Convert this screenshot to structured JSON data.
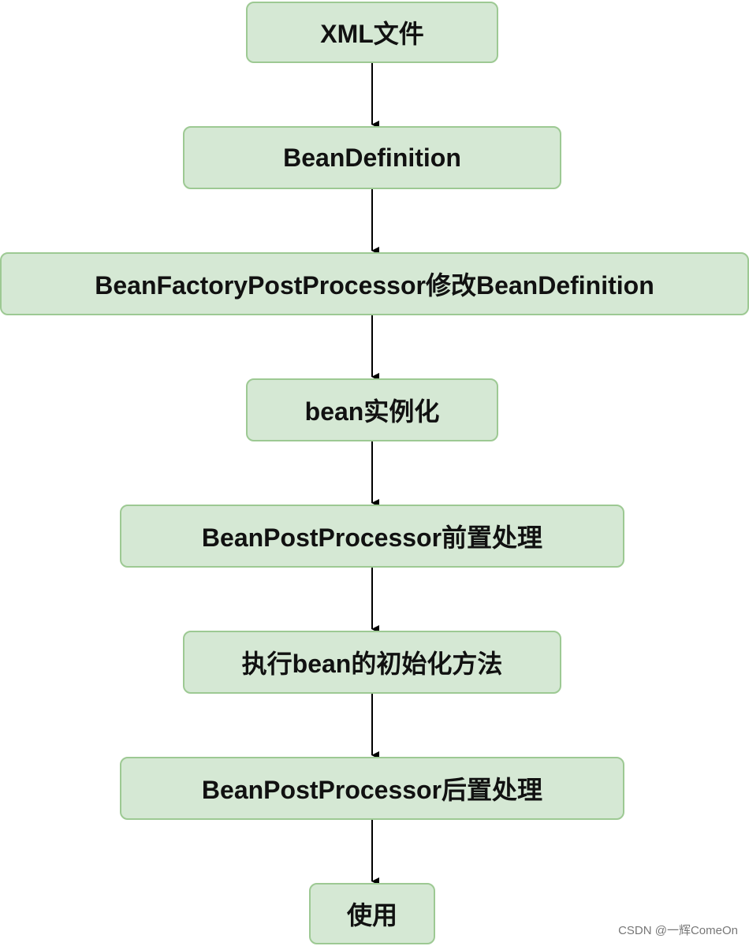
{
  "nodes": [
    {
      "label": "XML文件"
    },
    {
      "label": "BeanDefinition"
    },
    {
      "label": "BeanFactoryPostProcessor修改BeanDefinition"
    },
    {
      "label": "bean实例化"
    },
    {
      "label": "BeanPostProcessor前置处理"
    },
    {
      "label": "执行bean的初始化方法"
    },
    {
      "label": "BeanPostProcessor后置处理"
    },
    {
      "label": "使用"
    }
  ],
  "watermark": "CSDN @一辉ComeOn",
  "colors": {
    "node_fill": "#d5e8d4",
    "node_border": "#9dc993",
    "arrow": "#000000"
  }
}
